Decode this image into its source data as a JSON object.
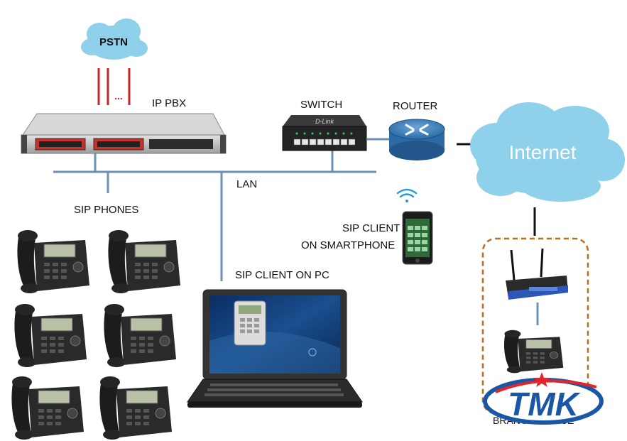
{
  "labels": {
    "pstn": "PSTN",
    "ip_pbx": "IP PBX",
    "switch": "SWITCH",
    "router": "ROUTER",
    "internet": "Internet",
    "lan": "LAN",
    "sip_phones": "SIP PHONES",
    "sip_client_smartphone_line1": "SIP CLIENT",
    "sip_client_smartphone_line2": "ON SMARTPHONE",
    "sip_client_pc": "SIP CLIENT ON PC",
    "trunk_dots": "...",
    "branch_office": "BRANCH OFFICE",
    "switch_brand": "D-Link",
    "logo_text": "TMK"
  },
  "colors": {
    "lan_line": "#6b8fb5",
    "cloud": "#8fd0ea",
    "trunk": "#c0272d",
    "branch_border": "#b5701e",
    "logo": "#1a56a6",
    "logo_star": "#e0252b"
  },
  "phones_count": 6
}
